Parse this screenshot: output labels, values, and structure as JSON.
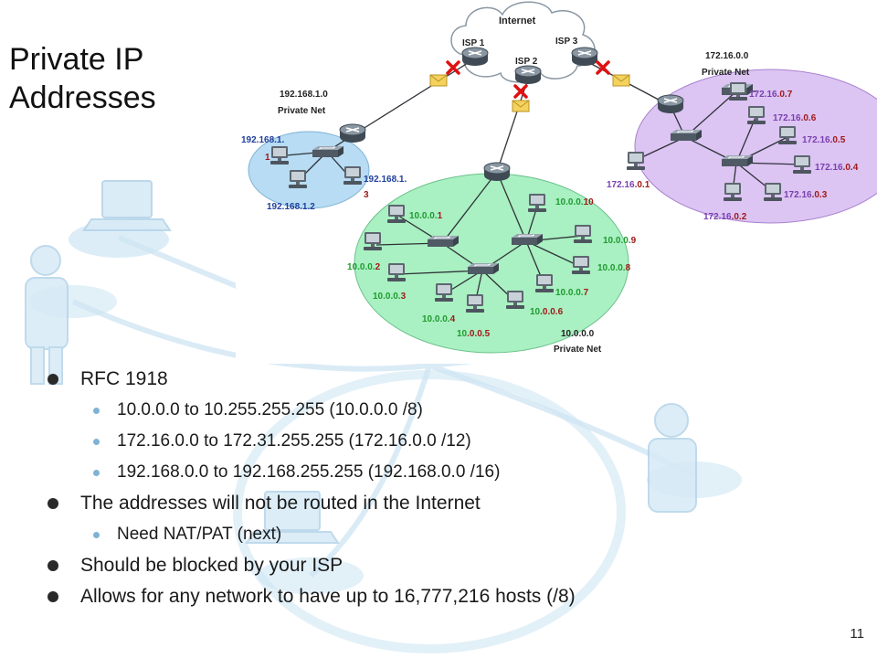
{
  "slide": {
    "title_lines": [
      "Private  IP",
      "Addresses"
    ],
    "page_number": "11"
  },
  "diagram": {
    "cloud_label": "Internet",
    "isps": [
      "ISP 1",
      "ISP 2",
      "ISP 3"
    ],
    "net_192": {
      "title_lines": [
        "192.168.1.0",
        "Private Net"
      ],
      "host_labels": [
        {
          "line1": "192.168.1.",
          "line2": "1"
        },
        {
          "line1": "192.168.1.2"
        },
        {
          "line1": "192.168.1.",
          "line2": "3"
        }
      ]
    },
    "net_10": {
      "title_lines": [
        "10.0.0.0",
        "Private Net"
      ],
      "host_labels": [
        {
          "prefix": "10.0.0.",
          "suffix": "1"
        },
        {
          "prefix": "10.0.0.",
          "suffix": "2"
        },
        {
          "prefix": "10.0.0.",
          "suffix": "3"
        },
        {
          "prefix": "10.0.0.",
          "suffix": "4"
        },
        {
          "prefix": "10",
          "suffix": ".0.0.5"
        },
        {
          "prefix": "10",
          "suffix": ".0.0.6"
        },
        {
          "prefix": "10.0.0.",
          "suffix": "7"
        },
        {
          "prefix": "10.0.0.",
          "suffix": "8"
        },
        {
          "prefix": "10.0.0.",
          "suffix": "9"
        },
        {
          "prefix": "10.0.0.",
          "suffix": "10"
        }
      ]
    },
    "net_172": {
      "title_lines": [
        "172.16.0.0",
        "Private Net"
      ],
      "host_labels": [
        {
          "prefix": "172.16",
          "suffix": ".0.1"
        },
        {
          "prefix": "172.16",
          "suffix": ".0.2"
        },
        {
          "prefix": "172.16",
          "suffix": ".0.3"
        },
        {
          "prefix": "172.16",
          "suffix": ".0.4"
        },
        {
          "prefix": "172.16",
          "suffix": ".0.5"
        },
        {
          "prefix": "172.16",
          "suffix": ".0.6"
        },
        {
          "prefix": "172.16",
          "suffix": ".0.7"
        }
      ]
    },
    "colors": {
      "blue_net_fill": "#b7dcf3",
      "green_net_fill": "#a9f0c2",
      "purple_net_fill": "#dcc4f3",
      "label_blue": "#1f3f9b",
      "label_red": "#a01a1a",
      "label_green": "#1f9b2f",
      "label_purple": "#7a3fb0",
      "blocked_x": "#e01010",
      "envelope": "#f4d25c"
    }
  },
  "bullets": [
    {
      "level": 1,
      "text": "RFC 1918"
    },
    {
      "level": 2,
      "text": "10.0.0.0 to 10.255.255.255 (10.0.0.0 /8)"
    },
    {
      "level": 2,
      "text": "172.16.0.0 to 172.31.255.255 (172.16.0.0 /12)"
    },
    {
      "level": 2,
      "text": "192.168.0.0 to 192.168.255.255 (192.168.0.0 /16)"
    },
    {
      "level": 1,
      "text": "The addresses will not be routed in the Internet"
    },
    {
      "level": 2,
      "text": "Need NAT/PAT (next)"
    },
    {
      "level": 1,
      "text": "Should be blocked by your ISP"
    },
    {
      "level": 1,
      "text": "Allows for any network to have up to 16,777,216 hosts (/8)"
    }
  ]
}
